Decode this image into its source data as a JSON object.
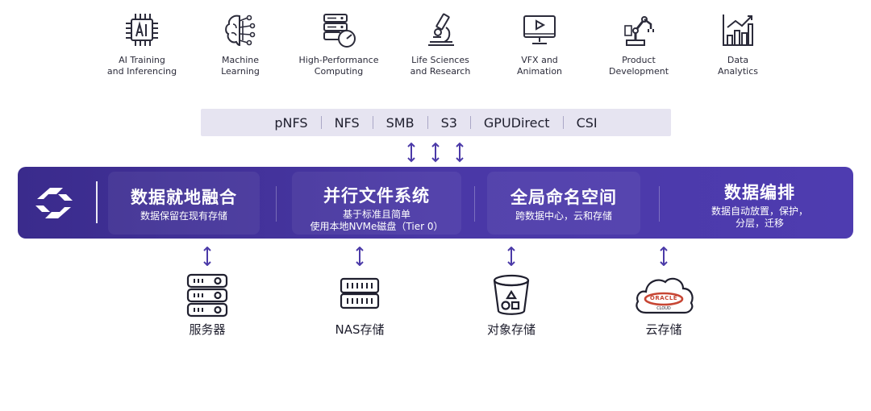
{
  "use_cases": [
    {
      "icon": "ai-chip-icon",
      "label": "AI Training\nand Inferencing"
    },
    {
      "icon": "brain-network-icon",
      "label": "Machine\nLearning"
    },
    {
      "icon": "server-gauge-icon",
      "label": "High-Performance\nComputing"
    },
    {
      "icon": "microscope-icon",
      "label": "Life Sciences\nand Research"
    },
    {
      "icon": "video-monitor-icon",
      "label": "VFX and\nAnimation"
    },
    {
      "icon": "robot-arm-icon",
      "label": "Product\nDevelopment"
    },
    {
      "icon": "bar-chart-icon",
      "label": "Data\nAnalytics"
    }
  ],
  "protocols": [
    "pNFS",
    "NFS",
    "SMB",
    "S3",
    "GPUDirect",
    "CSI"
  ],
  "platform": {
    "logo": "hammerspace-logo-icon",
    "features": [
      {
        "title": "数据就地融合",
        "subtitle": "数据保留在现有存储"
      },
      {
        "title": "并行文件系统",
        "subtitle": "基于标准且简单\n使用本地NVMe磁盘（Tier 0）"
      },
      {
        "title": "全局命名空间",
        "subtitle": "跨数据中心，云和存储"
      },
      {
        "title": "数据编排",
        "subtitle": "数据自动放置，保护，\n分层，迁移"
      }
    ]
  },
  "storage": [
    {
      "icon": "server-rack-icon",
      "label": "服务器"
    },
    {
      "icon": "nas-device-icon",
      "label": "NAS存储"
    },
    {
      "icon": "object-bucket-icon",
      "label": "对象存储"
    },
    {
      "icon": "cloud-icon",
      "label": "云存储",
      "cloud_badge_top": "ORACLE",
      "cloud_badge_bottom": "CLOUD"
    }
  ],
  "colors": {
    "band": "#4a38a6",
    "accent": "#4b3aa8",
    "protocol_bar": "#e6e4f1",
    "oracle_red": "#c74634"
  }
}
